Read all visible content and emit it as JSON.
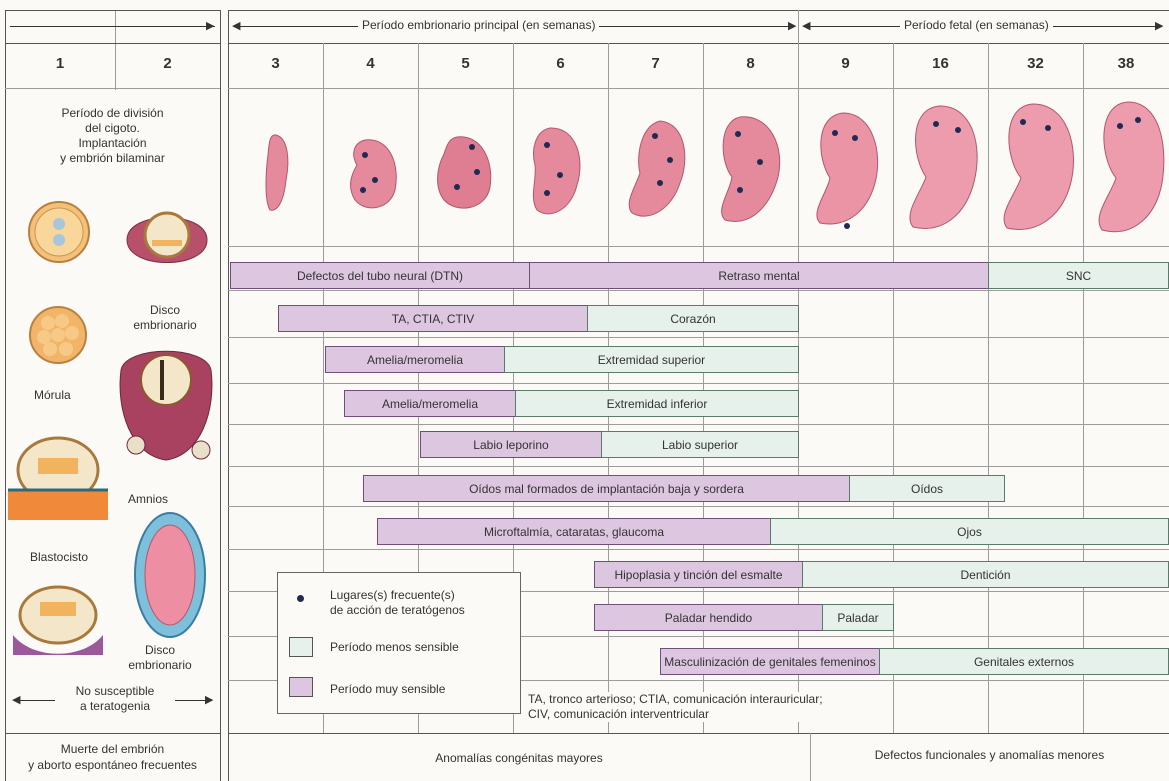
{
  "header": {
    "embryonic_period": "Período embrionario principal (en semanas)",
    "fetal_period": "Período fetal (en semanas)"
  },
  "weeks": [
    "1",
    "2",
    "3",
    "4",
    "5",
    "6",
    "7",
    "8",
    "9",
    "16",
    "32",
    "38"
  ],
  "left_panel": {
    "period_text": [
      "Período de división",
      "del cigoto.",
      "Implantación",
      "y embrión bilaminar"
    ],
    "labels": {
      "morula": "Mórula",
      "blastocisto": "Blastocisto",
      "disco1": [
        "Disco",
        "embrionario"
      ],
      "amnios": "Amnios",
      "disco2": [
        "Disco",
        "embrionario"
      ]
    },
    "no_susceptible": [
      "No susceptible",
      "a teratogenia"
    ],
    "footer": [
      "Muerte del embrión",
      "y aborto espontáneo frecuentes"
    ]
  },
  "bars": {
    "dtn": "Defectos del tubo neural (DTN)",
    "retraso": "Retraso mental",
    "snc": "SNC",
    "ta": "TA, CTIA, CTIV",
    "corazon": "Corazón",
    "amelia1": "Amelia/meromelia",
    "ext_sup": "Extremidad superior",
    "amelia2": "Amelia/meromelia",
    "ext_inf": "Extremidad inferior",
    "labio_lep": "Labio leporino",
    "labio_sup": "Labio superior",
    "oidos_mal": "Oídos mal formados de implantación baja y sordera",
    "oidos": "Oídos",
    "micro": "Microftalmía, cataratas, glaucoma",
    "ojos": "Ojos",
    "hipo": "Hipoplasia y tinción del esmalte",
    "denticion": "Dentición",
    "paladar_hend": "Paladar hendido",
    "paladar": "Paladar",
    "mascul": "Masculinización de genitales femeninos",
    "genitales": "Genitales externos"
  },
  "legend": {
    "dot": [
      "Lugares(s) frecuente(s)",
      "de acción de teratógenos"
    ],
    "less": "Período menos sensible",
    "very": "Período muy sensible"
  },
  "abbrev": [
    "TA, tronco arterioso; CTIA, comunicación interauricular;",
    "CIV, comunicación interventricular"
  ],
  "footer": {
    "mayores": "Anomalías congénitas mayores",
    "menores": "Defectos funcionales y anomalías menores"
  },
  "colors": {
    "very_sensitive": "#ddc6e0",
    "less_sensitive": "#e5f1ea",
    "embryo": "#ea8fa0",
    "dot": "#1f2a55"
  }
}
